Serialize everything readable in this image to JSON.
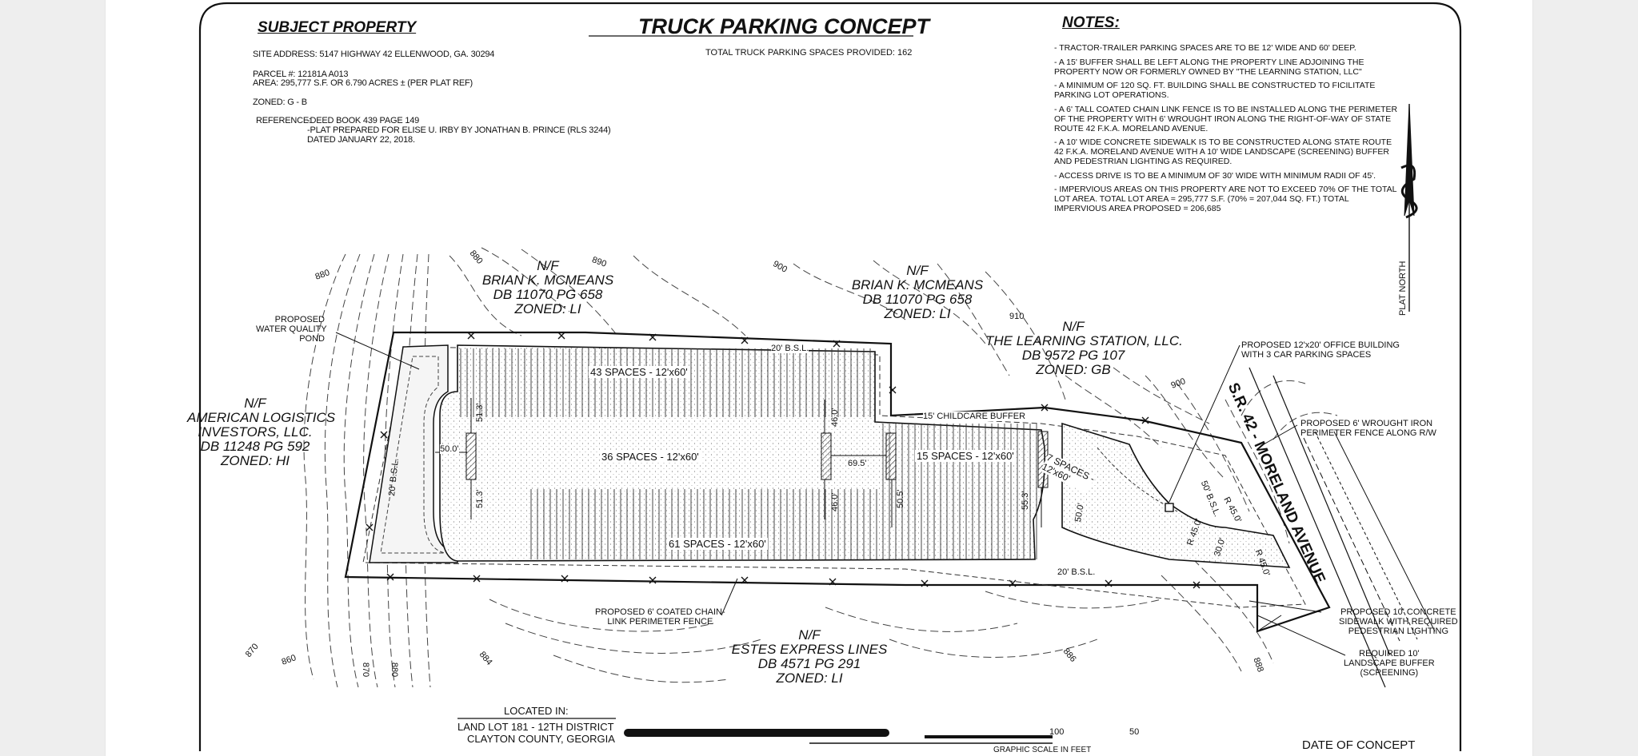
{
  "subject": {
    "heading": "SUBJECT PROPERTY",
    "site_address": "SITE ADDRESS:  5147 HIGHWAY 42 ELLENWOOD, GA. 30294",
    "parcel": "PARCEL #:  12181A A013",
    "area": "AREA:   295,777 S.F. OR 6.790 ACRES ± (PER PLAT REF)",
    "zoned": "ZONED:    G - B",
    "reference_label": "REFERENCE:",
    "reference_1": "-DEED BOOK 439 PAGE 149",
    "reference_2": "-PLAT PREPARED FOR ELISE U. IRBY BY JONATHAN B. PRINCE (RLS 3244)",
    "reference_3": "DATED JANUARY 22, 2018."
  },
  "title": {
    "heading": "TRUCK PARKING CONCEPT",
    "subtitle": "TOTAL TRUCK PARKING SPACES PROVIDED: 162"
  },
  "notes": {
    "heading": "NOTES:",
    "items": [
      [
        "- TRACTOR-TRAILER PARKING SPACES ARE TO BE 12' WIDE AND 60' DEEP."
      ],
      [
        "- A 15' BUFFER SHALL BE LEFT ALONG THE PROPERTY LINE ADJOINING THE",
        "PROPERTY NOW OR FORMERLY OWNED BY \"THE LEARNING STATION, LLC\""
      ],
      [
        "- A MINIMUM OF 120 SQ. FT. BUILDING SHALL BE CONSTRUCTED TO FICILITATE",
        "PARKING LOT OPERATIONS."
      ],
      [
        "- A 6' TALL COATED CHAIN LINK FENCE IS TO BE INSTALLED ALONG THE PERIMETER",
        "OF THE PROPERTY WITH 6' WROUGHT IRON ALONG THE RIGHT-OF-WAY OF STATE",
        "ROUTE 42 F.K.A. MORELAND AVENUE."
      ],
      [
        "- A 10' WIDE CONCRETE SIDEWALK IS TO BE CONSTRUCTED ALONG STATE ROUTE",
        "42 F.K.A. MORELAND AVENUE WITH A 10' WIDE LANDSCAPE (SCREENING) BUFFER",
        "AND PEDESTRIAN LIGHTING AS REQUIRED."
      ],
      [
        "- ACCESS DRIVE IS TO BE A MINIMUM OF 30' WIDE WITH MINIMUM RADII OF 45'."
      ],
      [
        "- IMPERVIOUS AREAS ON THIS PROPERTY ARE NOT TO EXCEED 70% OF THE TOTAL",
        "LOT AREA. TOTAL LOT AREA = 295,777 S.F. (70% = 207,044 SQ. FT.) TOTAL",
        "IMPERVIOUS AREA PROPOSED = 206,685"
      ]
    ]
  },
  "north_label": "PLAT NORTH",
  "neighbors": {
    "mcmeans_1": [
      "N/F",
      "BRIAN K. MCMEANS",
      "DB 11070 PG 658",
      "ZONED: LI"
    ],
    "mcmeans_2": [
      "N/F",
      "BRIAN K. MCMEANS",
      "DB 11070 PG 658",
      "ZONED: LI"
    ],
    "learning": [
      "N/F",
      "THE LEARNING STATION, LLC.",
      "DB 9572 PG 107",
      "ZONED: GB"
    ],
    "american": [
      "N/F",
      "AMERICAN LOGISTICS",
      "INVESTORS, LLC.",
      "DB 11248 PG 592",
      "ZONED: HI"
    ],
    "estes": [
      "N/F",
      "ESTES EXPRESS LINES",
      "DB 4571 PG 291",
      "ZONED: LI"
    ]
  },
  "parking": {
    "top": "43 SPACES - 12'x60'",
    "middle": "36 SPACES - 12'x60'",
    "right": "15 SPACES - 12'x60'",
    "small_1": "7 SPACES -",
    "small_2": "12'x60'",
    "bottom": "61 SPACES - 12'x60'"
  },
  "dims": {
    "bsl_top": "20' B.S.L.",
    "bsl_left": "20' B.S.L.",
    "bsl_bottom": "20' B.S.L.",
    "bsl_right": "50' B.S.L.",
    "childcare": "15' CHILDCARE BUFFER",
    "d50": "50.0'",
    "d513a": "51.3'",
    "d513b": "51.3'",
    "d460a": "46.0'",
    "d460b": "46.0'",
    "d695": "69.5'",
    "d505": "50.5'",
    "d553": "55.3'",
    "d500": "50.0'",
    "d300": "30.0'",
    "r45a": "R 45.0'",
    "r45b": "R 45.0'",
    "r45c": "R 45.0'"
  },
  "callouts": {
    "pond": [
      "PROPOSED",
      "WATER QUALITY",
      "POND"
    ],
    "office": [
      "PROPOSED 12'x20' OFFICE BUILDING",
      "WITH 3 CAR PARKING SPACES"
    ],
    "wrought": [
      "PROPOSED 6' WROUGHT IRON",
      "PERIMETER FENCE ALONG R/W"
    ],
    "chain": [
      "PROPOSED 6' COATED CHAIN-",
      "LINK PERIMETER FENCE"
    ],
    "sidewalk": [
      "PROPOSED 10' CONCRETE",
      "SIDEWALK WITH REQUIRED",
      "PEDESTRIAN LIGHTING"
    ],
    "landscape": [
      "REQUIRED 10'",
      "LANDSCAPE BUFFER",
      "(SCREENING)"
    ]
  },
  "road": "S.R. 42 - MORELAND AVENUE",
  "contours": {
    "c880a": "880",
    "c880b": "880",
    "c890": "890",
    "c900a": "900",
    "c900b": "900",
    "c910": "910",
    "c870a": "870",
    "c860": "860",
    "c870b": "870",
    "c880c": "880",
    "c884": "884",
    "c886": "886",
    "c888": "888"
  },
  "located": {
    "heading": "LOCATED IN:",
    "line1": "LAND LOT 181 - 12TH DISTRICT",
    "line2": "CLAYTON COUNTY, GEORGIA"
  },
  "scale": {
    "label": "GRAPHIC SCALE IN FEET",
    "t100": "100",
    "t50": "50"
  },
  "date_label": "DATE OF CONCEPT"
}
